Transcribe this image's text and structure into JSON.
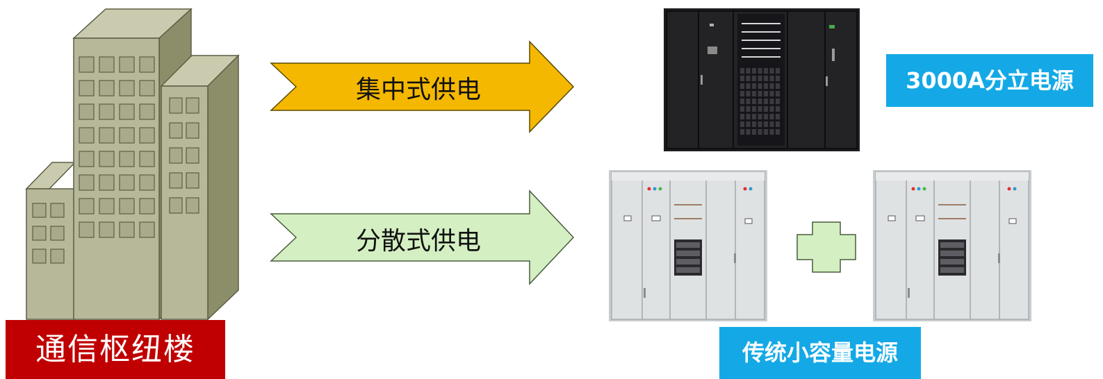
{
  "building": {
    "label": "通信枢纽楼",
    "colors": {
      "front": "#b7b89a",
      "side": "#8c8e6a",
      "top": "#cacbae",
      "window": "#a9aa8b",
      "outline": "#5c5d44"
    }
  },
  "arrows": [
    {
      "id": "centralized",
      "label": "集中式供电",
      "fill": "#f5b800"
    },
    {
      "id": "distributed",
      "label": "分散式供电",
      "fill": "#d4f0c2"
    }
  ],
  "equipment": {
    "top_label": "3000A分立电源",
    "bottom_label": "传统小容量电源",
    "plus_fill": "#d4f0c2",
    "label_bg": "#14a9e6"
  }
}
